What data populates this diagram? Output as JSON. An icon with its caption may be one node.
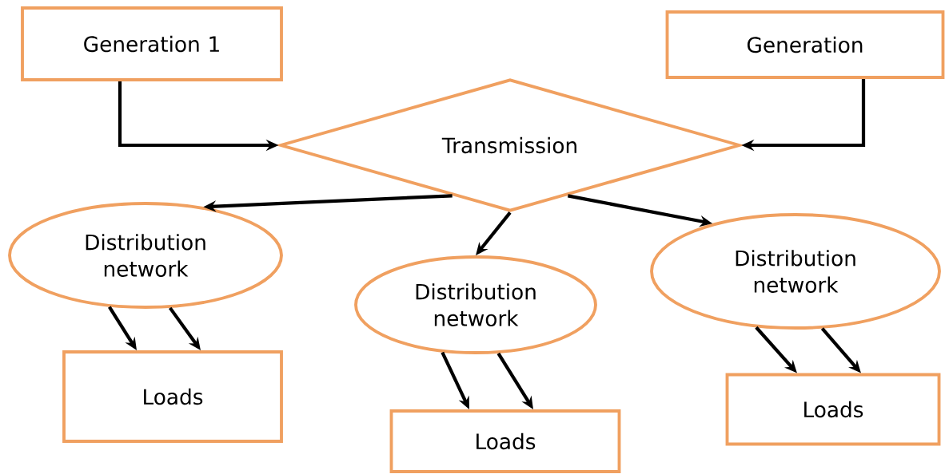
{
  "diagram": {
    "nodes": [
      {
        "text": [
          "Generation 1"
        ]
      },
      {
        "text": [
          "Generation"
        ]
      },
      {
        "text": [
          "Transmission"
        ]
      },
      {
        "text": [
          "Distribution network"
        ]
      },
      {
        "text": [
          "Distribution network"
        ]
      },
      {
        "text": [
          "Distribution network"
        ]
      },
      {
        "text": [
          "Loads"
        ]
      },
      {
        "text": [
          "Loads"
        ]
      },
      {
        "text": [
          "Loads"
        ]
      }
    ],
    "edges": [
      {
        "from": 0,
        "to": 2,
        "arrow": "to"
      },
      {
        "from": 1,
        "to": 2,
        "arrow": "to"
      },
      {
        "from": 2,
        "to": 3,
        "arrow": "to"
      },
      {
        "from": 2,
        "to": 4,
        "arrow": "to"
      },
      {
        "from": 2,
        "to": 5,
        "arrow": "to"
      },
      {
        "from": 3,
        "to": 6,
        "arrow": "to"
      },
      {
        "from": 3,
        "to": 6,
        "arrow": "to"
      },
      {
        "from": 4,
        "to": 7,
        "arrow": "to"
      },
      {
        "from": 4,
        "to": 7,
        "arrow": "to"
      },
      {
        "from": 5,
        "to": 8,
        "arrow": "to"
      },
      {
        "from": 5,
        "to": 8,
        "arrow": "to"
      }
    ]
  }
}
